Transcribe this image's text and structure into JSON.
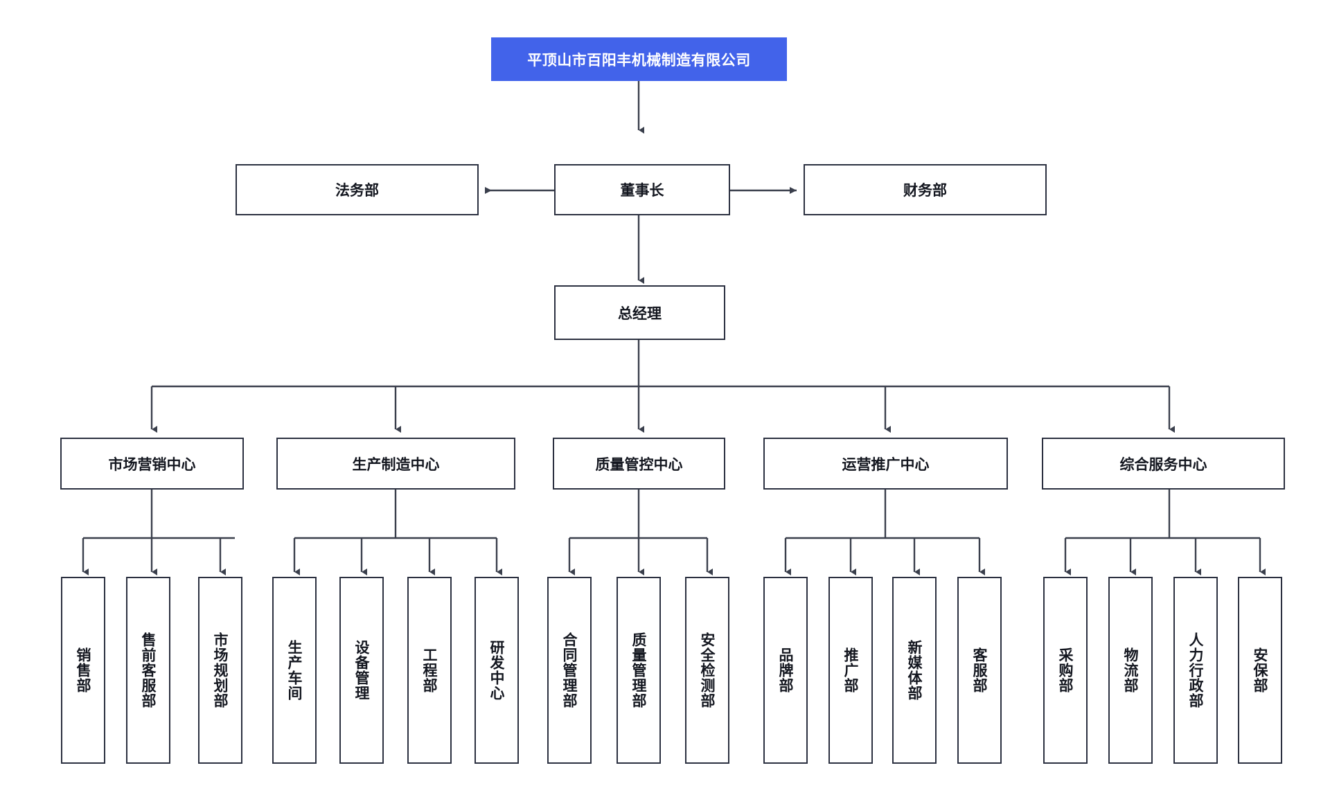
{
  "diagram": {
    "type": "organization-chart",
    "title": "平顶山市百阳丰机械制造有限公司",
    "colors": {
      "root_fill": "#4263ea",
      "root_text": "#ffffff",
      "node_border": "#2b3040",
      "node_fill": "#ffffff",
      "node_text": "#13161f",
      "connector": "#3a3f4c",
      "background": "#ffffff"
    },
    "root": {
      "label": "平顶山市百阳丰机械制造有限公司"
    },
    "executive": {
      "chairman": {
        "label": "董事长"
      },
      "left_staff": {
        "label": "法务部"
      },
      "right_staff": {
        "label": "财务部"
      },
      "general_manager": {
        "label": "总经理"
      }
    },
    "centers": [
      {
        "label": "市场营销中心",
        "departments": [
          {
            "label": "销售部"
          },
          {
            "label": "售前客服部"
          },
          {
            "label": "市场规划部"
          }
        ]
      },
      {
        "label": "生产制造中心",
        "departments": [
          {
            "label": "生产车间"
          },
          {
            "label": "设备管理"
          },
          {
            "label": "工程部"
          },
          {
            "label": "研发中心"
          }
        ]
      },
      {
        "label": "质量管控中心",
        "departments": [
          {
            "label": "合同管理部"
          },
          {
            "label": "质量管理部"
          },
          {
            "label": "安全检测部"
          }
        ]
      },
      {
        "label": "运营推广中心",
        "departments": [
          {
            "label": "品牌部"
          },
          {
            "label": "推广部"
          },
          {
            "label": "新媒体部"
          },
          {
            "label": "客服部"
          }
        ]
      },
      {
        "label": "综合服务中心",
        "departments": [
          {
            "label": "采购部"
          },
          {
            "label": "物流部"
          },
          {
            "label": "人力行政部"
          },
          {
            "label": "安保部"
          }
        ]
      }
    ]
  }
}
